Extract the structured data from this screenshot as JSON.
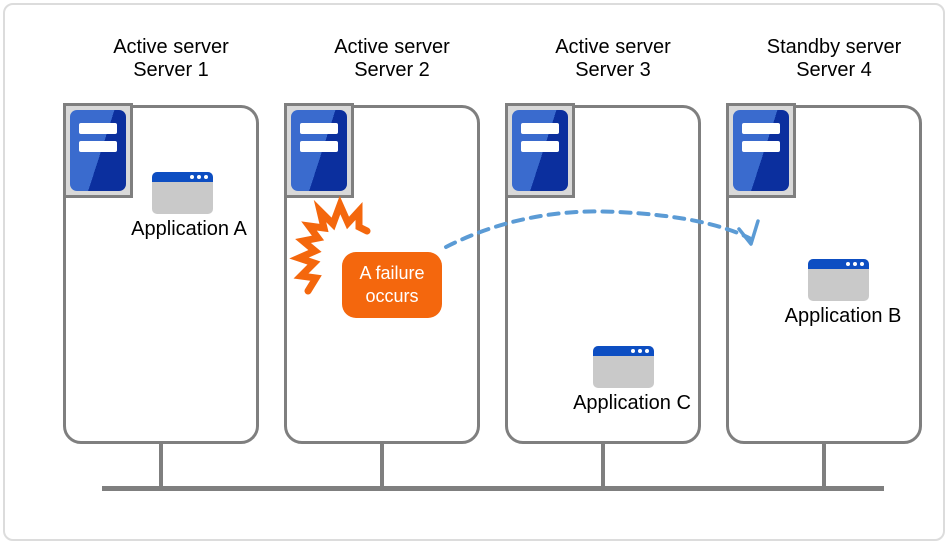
{
  "servers": [
    {
      "role": "Active server",
      "name": "Server 1",
      "app": "Application A"
    },
    {
      "role": "Active server",
      "name": "Server 2",
      "failure": "A failure occurs"
    },
    {
      "role": "Active server",
      "name": "Server 3",
      "app": "Application C"
    },
    {
      "role": "Standby server",
      "name": "Server 4",
      "app": "Application B"
    }
  ],
  "failover": {
    "from": "Server 2",
    "to": "Server 4"
  },
  "colors": {
    "server_box_border": "#7f7f7f",
    "icon_frame_fill": "#d9d9d9",
    "tower_blue_light": "#3a6bce",
    "tower_blue_dark": "#0b2f9e",
    "app_titlebar_blue": "#0d4ec2",
    "app_body_gray": "#c9c9c9",
    "failure_orange": "#f4670d",
    "failover_arrow_blue": "#5b9bd5",
    "network_line_gray": "#7f7f7f",
    "page_border_gray": "#dcdcdc",
    "text_color": "#000000"
  },
  "icons": {
    "server_tower": "server-tower-icon",
    "application_window": "app-window-icon",
    "failure_burst": "burst-icon",
    "failover_arrow": "dashed-curved-arrow-icon"
  }
}
